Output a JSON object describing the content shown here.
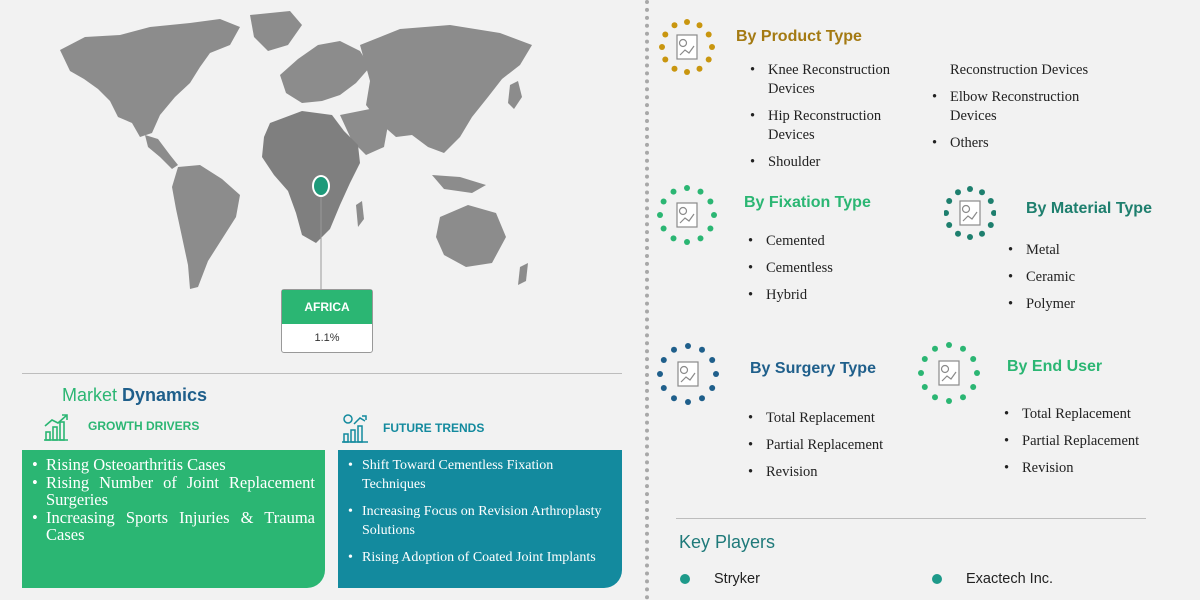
{
  "map": {
    "region_label": "AFRICA",
    "region_value": "1.1%",
    "colors": {
      "land": "#8c8c8c",
      "highlight": "#2bb673",
      "marker": "#1e9a7a"
    }
  },
  "dynamics": {
    "title_part1": "Market ",
    "title_part2": "Dynamics",
    "growth_drivers": {
      "label": "GROWTH DRIVERS",
      "items": [
        "Rising Osteoarthritis Cases",
        "Rising Number of Joint Replacement Surgeries",
        "Increasing Sports Injuries & Trauma Cases"
      ]
    },
    "future_trends": {
      "label": "FUTURE TRENDS",
      "items": [
        "Shift Toward Cementless Fixation Techniques",
        "Increasing Focus on Revision Arthroplasty Solutions",
        "Rising Adoption of Coated Joint Implants"
      ]
    }
  },
  "segments": {
    "product_type": {
      "title": "By Product Type",
      "color": "#a47a12",
      "col1": [
        "Knee Reconstruction Devices",
        "Hip Reconstruction Devices",
        "Shoulder"
      ],
      "col2_continuation": "Reconstruction Devices",
      "col2": [
        "Elbow Reconstruction Devices",
        "Others"
      ]
    },
    "fixation_type": {
      "title": "By Fixation Type",
      "color": "#2bb673",
      "items": [
        "Cemented",
        "Cementless",
        "Hybrid"
      ]
    },
    "material_type": {
      "title": "By Material Type",
      "color": "#1e7f6e",
      "items": [
        "Metal",
        "Ceramic",
        "Polymer"
      ]
    },
    "surgery_type": {
      "title": "By Surgery Type",
      "color": "#1f5f8b",
      "items": [
        "Total Replacement",
        "Partial Replacement",
        "Revision"
      ]
    },
    "end_user": {
      "title": "By End User",
      "color": "#2bb673",
      "items": [
        "Total Replacement",
        "Partial Replacement",
        "Revision"
      ]
    }
  },
  "key_players": {
    "title_part1": "Key ",
    "title_part2": "Players",
    "items": [
      "Stryker",
      "Exactech Inc."
    ]
  },
  "colors": {
    "green_card": "#2bb673",
    "teal_card": "#138a9e",
    "divider": "#a8a8a8"
  }
}
